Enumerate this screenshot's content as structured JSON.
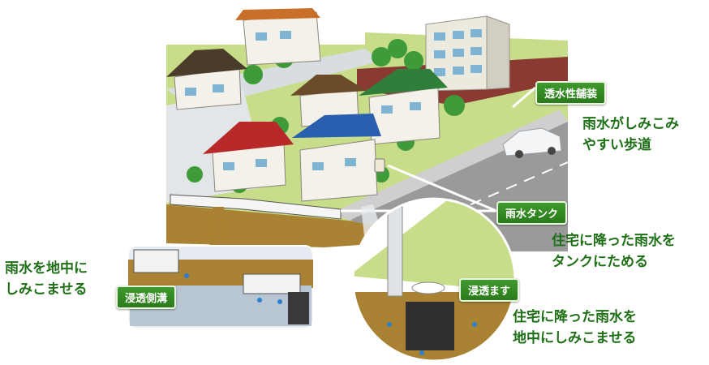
{
  "labels": {
    "permeable_pavement": "透水性舗装",
    "rain_tank": "雨水タンク",
    "infiltration_basin": "浸透ます",
    "infiltration_gutter": "浸透側溝"
  },
  "notes": {
    "sidewalk_line1": "雨水がしみこみ",
    "sidewalk_line2": "やすい歩道",
    "tank_line1": "住宅に降った雨水を",
    "tank_line2": "タンクにためる",
    "basin_line1": "住宅に降った雨水を",
    "basin_line2": "地中にしみこませる",
    "gutter_line1": "雨水を地中に",
    "gutter_line2": "しみこませる"
  },
  "colors": {
    "label_green": "#3f9a2c",
    "note_green": "#1e6f16",
    "lawn": "#c7dd8a",
    "road": "#9a9a9a",
    "soil": "#a98233"
  }
}
